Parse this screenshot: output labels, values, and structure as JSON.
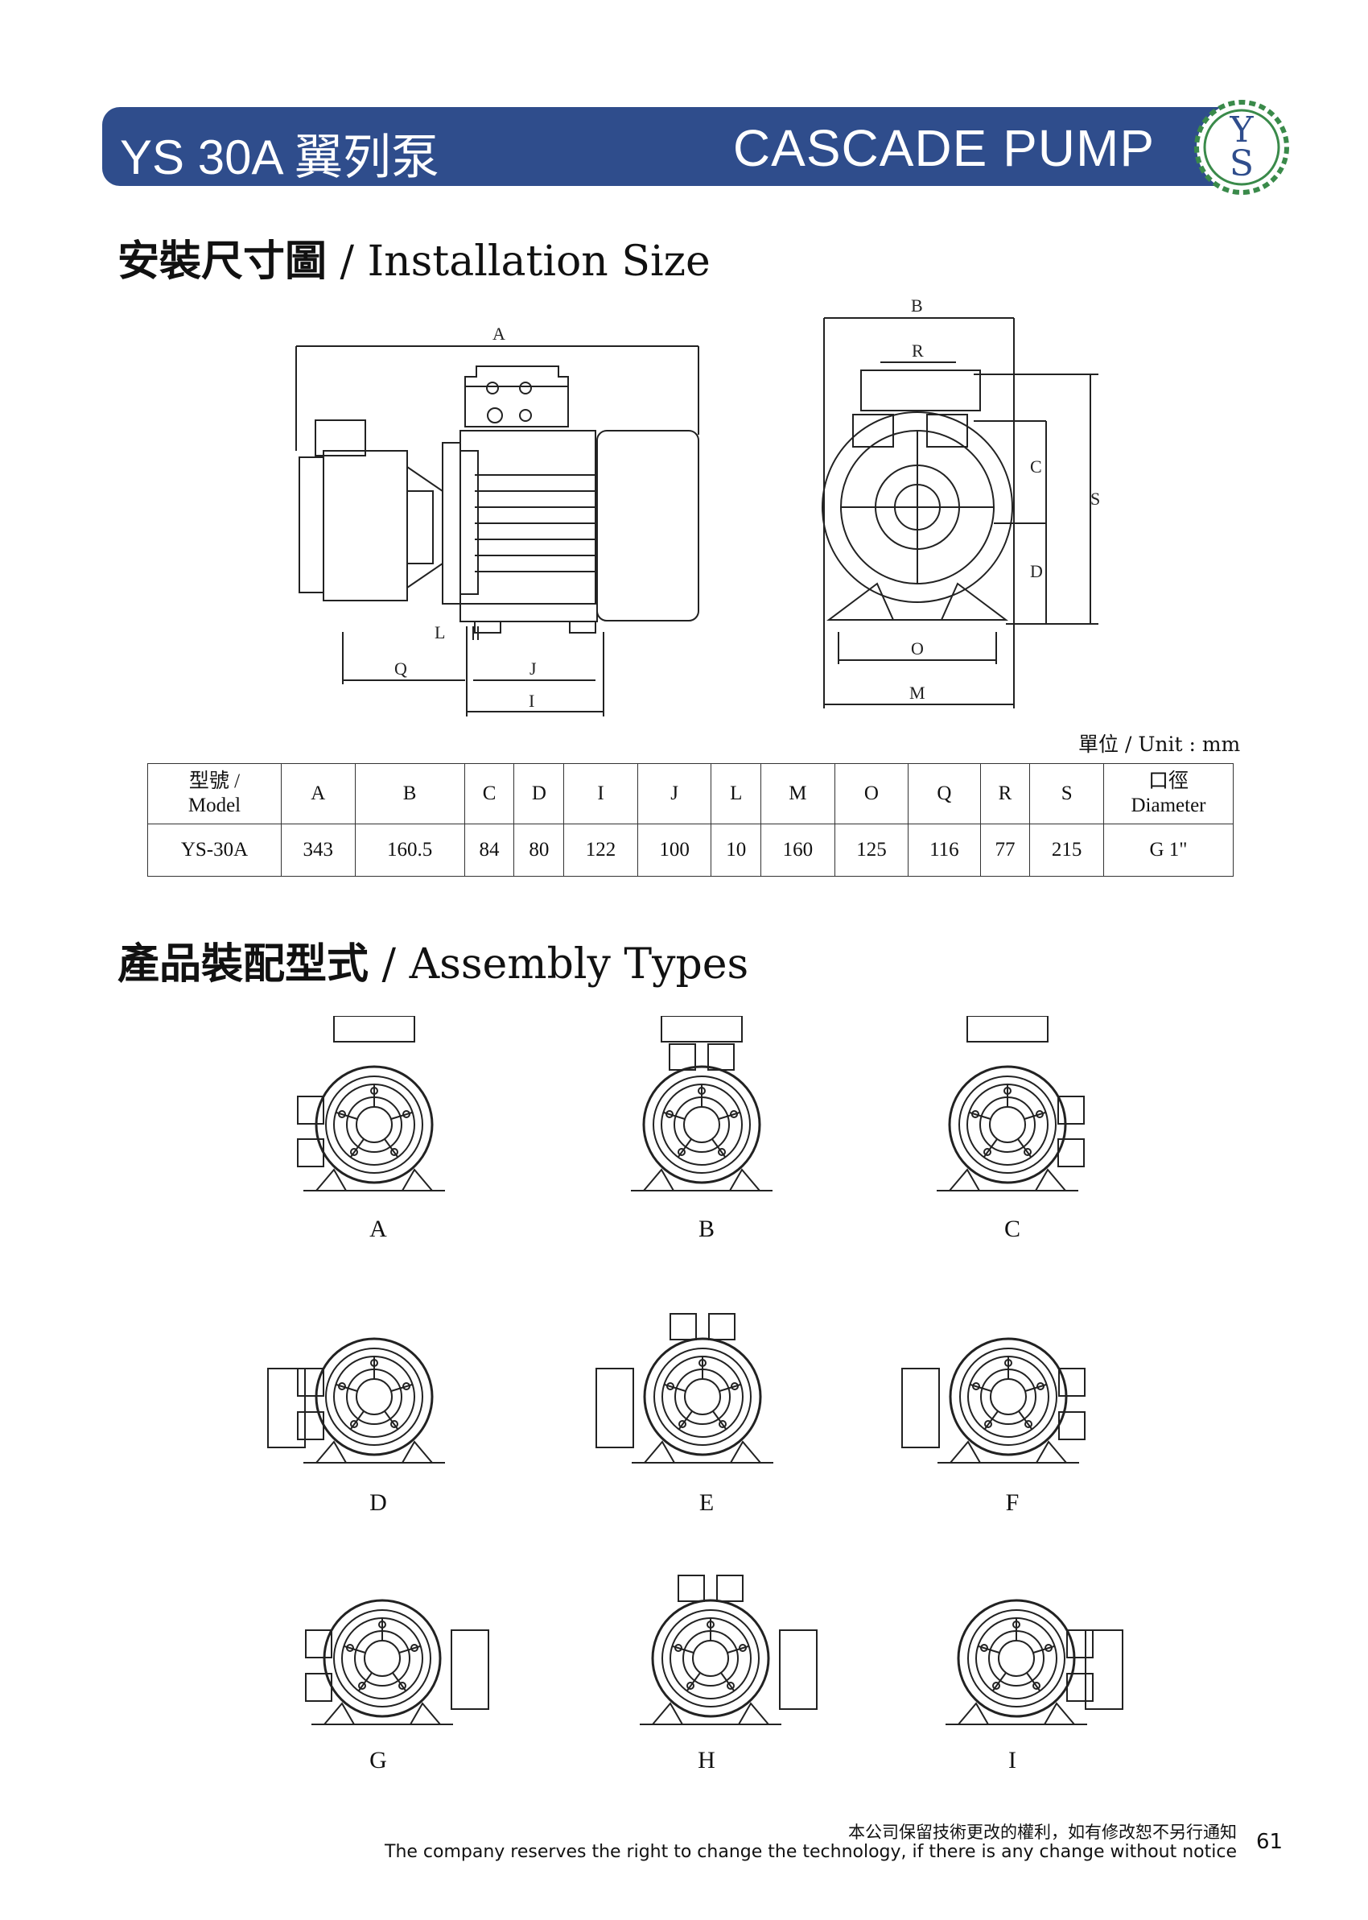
{
  "header": {
    "left_title": "YS 30A 翼列泵",
    "right_title": "CASCADE PUMP",
    "logo_letters": "YS"
  },
  "installation": {
    "title_zh": "安裝尺寸圖",
    "title_en": " / Installation Size",
    "side_view_labels": [
      "A",
      "L",
      "Q",
      "J",
      "I"
    ],
    "front_view_labels": [
      "B",
      "R",
      "C",
      "S",
      "D",
      "O",
      "M"
    ]
  },
  "unit_text": "單位 / Unit : mm",
  "dimension_table": {
    "model_header_zh": "型號 /",
    "model_header_en": "Model",
    "columns": [
      "A",
      "B",
      "C",
      "D",
      "I",
      "J",
      "L",
      "M",
      "O",
      "Q",
      "R",
      "S"
    ],
    "diameter_header_zh": "口徑",
    "diameter_header_en": "Diameter",
    "rows": [
      {
        "model": "YS-30A",
        "values": [
          "343",
          "160.5",
          "84",
          "80",
          "122",
          "100",
          "10",
          "160",
          "125",
          "116",
          "77",
          "215"
        ],
        "diameter": "G 1\""
      }
    ]
  },
  "assembly": {
    "title_zh": "產品裝配型式",
    "title_en": " / Assembly Types",
    "types": [
      "A",
      "B",
      "C",
      "D",
      "E",
      "F",
      "G",
      "H",
      "I"
    ]
  },
  "footer": {
    "notice_zh": "本公司保留技術更改的權利，如有修改恕不另行通知",
    "notice_en": "The company reserves the right to change the technology, if there is any change without notice",
    "page_number": "61"
  }
}
